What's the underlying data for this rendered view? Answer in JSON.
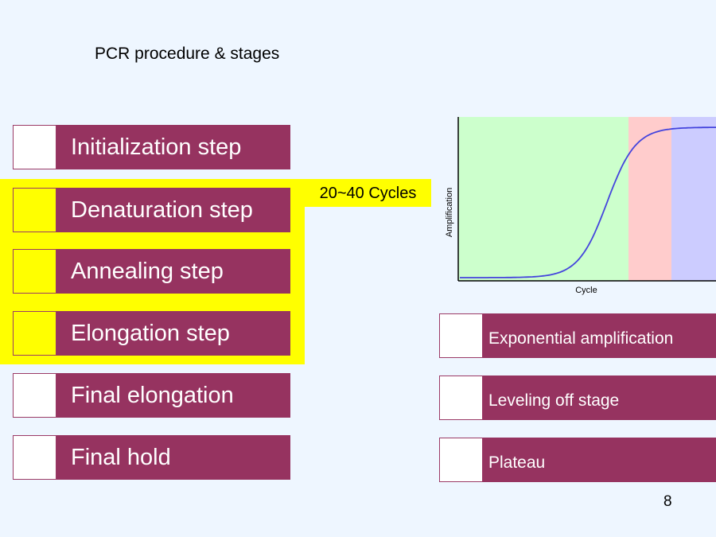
{
  "title": "PCR procedure & stages",
  "cycles_label": "20~40 Cycles",
  "steps": [
    "Initialization step",
    "Denaturation step",
    "Annealing step",
    "Elongation step",
    "Final elongation",
    "Final hold"
  ],
  "stages": [
    "Exponential amplification",
    "Leveling off stage",
    "Plateau"
  ],
  "chart": {
    "xlabel": "Cycle",
    "ylabel": "Amplification",
    "region_colors": [
      "#ccffcc",
      "#ffcccc",
      "#ccccff"
    ],
    "curve_color": "#4444dd"
  },
  "page_number": "8"
}
